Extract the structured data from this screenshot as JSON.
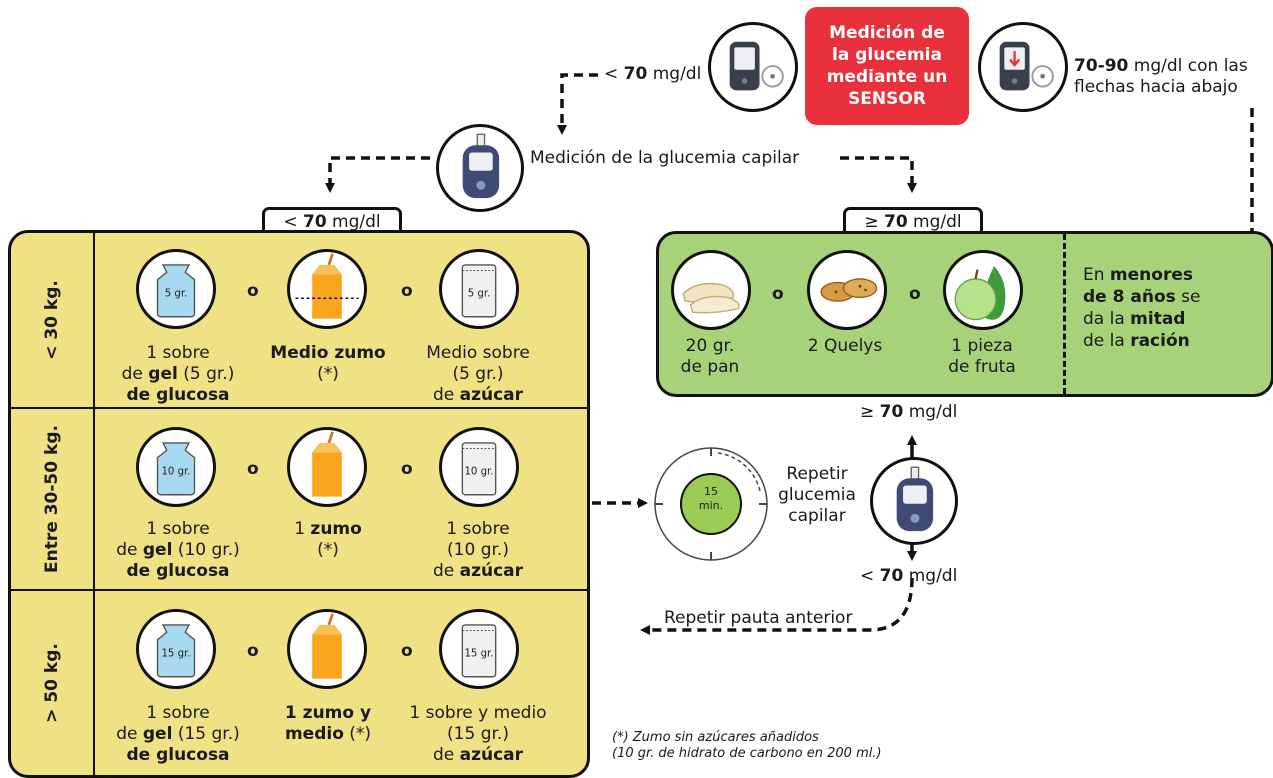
{
  "sensor": {
    "line1": "Medición de",
    "line2": "la glucemia",
    "line3": "mediante un",
    "line4": "SENSOR"
  },
  "top_left_threshold": {
    "prefix": "<",
    "value": "70",
    "unit": " mg/dl"
  },
  "top_right_threshold": {
    "value": "70-90",
    "rest": " mg/dl con las",
    "line2": "flechas hacia abajo"
  },
  "capillary": "Medición de la glucemia capilar",
  "left_header": {
    "prefix": "<",
    "value": "70",
    "unit": " mg/dl"
  },
  "right_header": {
    "prefix": "≥",
    "value": "70",
    "unit": " mg/dl"
  },
  "or_word": "o",
  "rows": [
    {
      "weight": "< 30 kg.",
      "gel_badge": "5 gr.",
      "sugar_badge": "5 gr.",
      "gel": {
        "l1": "1 sobre",
        "l2a": "de ",
        "l2b": "gel",
        "l2c": " (5 gr.)",
        "l3": "de glucosa"
      },
      "juice": {
        "l1": "Medio zumo",
        "l2": "(*)"
      },
      "sugar": {
        "l1": "Medio sobre",
        "l2": "(5 gr.)",
        "l3a": "de ",
        "l3b": "azúcar"
      }
    },
    {
      "weight": "Entre 30-50 kg.",
      "gel_badge": "10 gr.",
      "sugar_badge": "10 gr.",
      "gel": {
        "l1": "1 sobre",
        "l2a": "de ",
        "l2b": "gel",
        "l2c": " (10 gr.)",
        "l3": "de glucosa"
      },
      "juice": {
        "l1a": "1 ",
        "l1b": "zumo",
        "l2": "(*)"
      },
      "sugar": {
        "l1": "1 sobre",
        "l2": "(10 gr.)",
        "l3a": "de ",
        "l3b": "azúcar"
      }
    },
    {
      "weight": "> 50 kg.",
      "gel_badge": "15 gr.",
      "sugar_badge": "15 gr.",
      "gel": {
        "l1": "1 sobre",
        "l2a": "de ",
        "l2b": "gel",
        "l2c": " (15 gr.)",
        "l3": "de glucosa"
      },
      "juice": {
        "l1": "1 zumo y",
        "l2a": "medio",
        "l2b": " (*)"
      },
      "sugar": {
        "l1": "1 sobre y medio",
        "l2": "(15 gr.)",
        "l3a": "de ",
        "l3b": "azúcar"
      }
    }
  ],
  "foods": [
    {
      "l1": "20 gr.",
      "l2": "de pan"
    },
    {
      "l1": "2 Quelys",
      "l2": ""
    },
    {
      "l1": "1 pieza",
      "l2": "de fruta"
    }
  ],
  "children_note": {
    "l1": "En ",
    "l1b": "menores",
    "l2": "de 8 años",
    "l2b": " se",
    "l3a": "da la ",
    "l3b": "mitad",
    "l4a": "de la ",
    "l4b": "ración"
  },
  "timer": {
    "value": "15",
    "unit": "min."
  },
  "repeat": {
    "l1": "Repetir",
    "l2": "glucemia",
    "l3": "capilar"
  },
  "after_high": {
    "prefix": "≥",
    "value": "70",
    "unit": " mg/dl"
  },
  "after_low": {
    "prefix": "<",
    "value": "70",
    "unit": " mg/dl"
  },
  "repeat_previous": "Repetir pauta anterior",
  "footnote": {
    "l1": "(*) Zumo sin azúcares añadidos",
    "l2": "(10 gr. de hidrato de carbono en 200 ml.)"
  },
  "colors": {
    "sensor_red": "#e8313c",
    "yellow_panel": "#efe284",
    "green_panel": "#a8d27a",
    "juice_orange": "#f9a51e",
    "gel_blue": "#a9d9f0",
    "timer_green": "#9ccb55"
  }
}
